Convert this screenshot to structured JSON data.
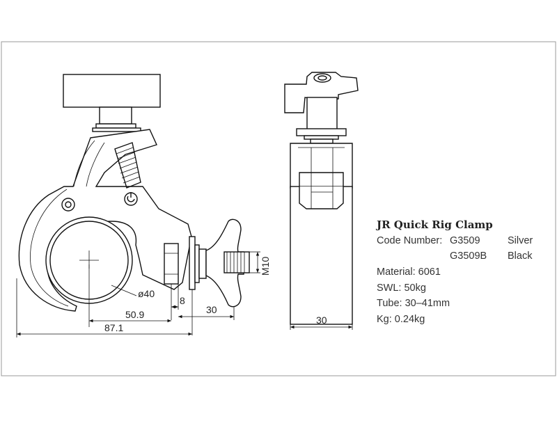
{
  "dimensions": {
    "tube_diameter": "ø40",
    "hex_width": "8",
    "bolt_length": "30",
    "center_to_nut": "50.9",
    "overall_length": "87.1",
    "thread": "M10",
    "side_width": "30"
  },
  "specs": {
    "title": "JR Quick Rig Clamp",
    "code_label": "Code Number:",
    "code_1": "G3509",
    "color_1": "Silver",
    "code_2": "G3509B",
    "color_2": "Black",
    "material": "Material: 6061",
    "swl": "SWL: 50kg",
    "tube": "Tube: 30–41mm",
    "weight": "Kg: 0.24kg"
  }
}
